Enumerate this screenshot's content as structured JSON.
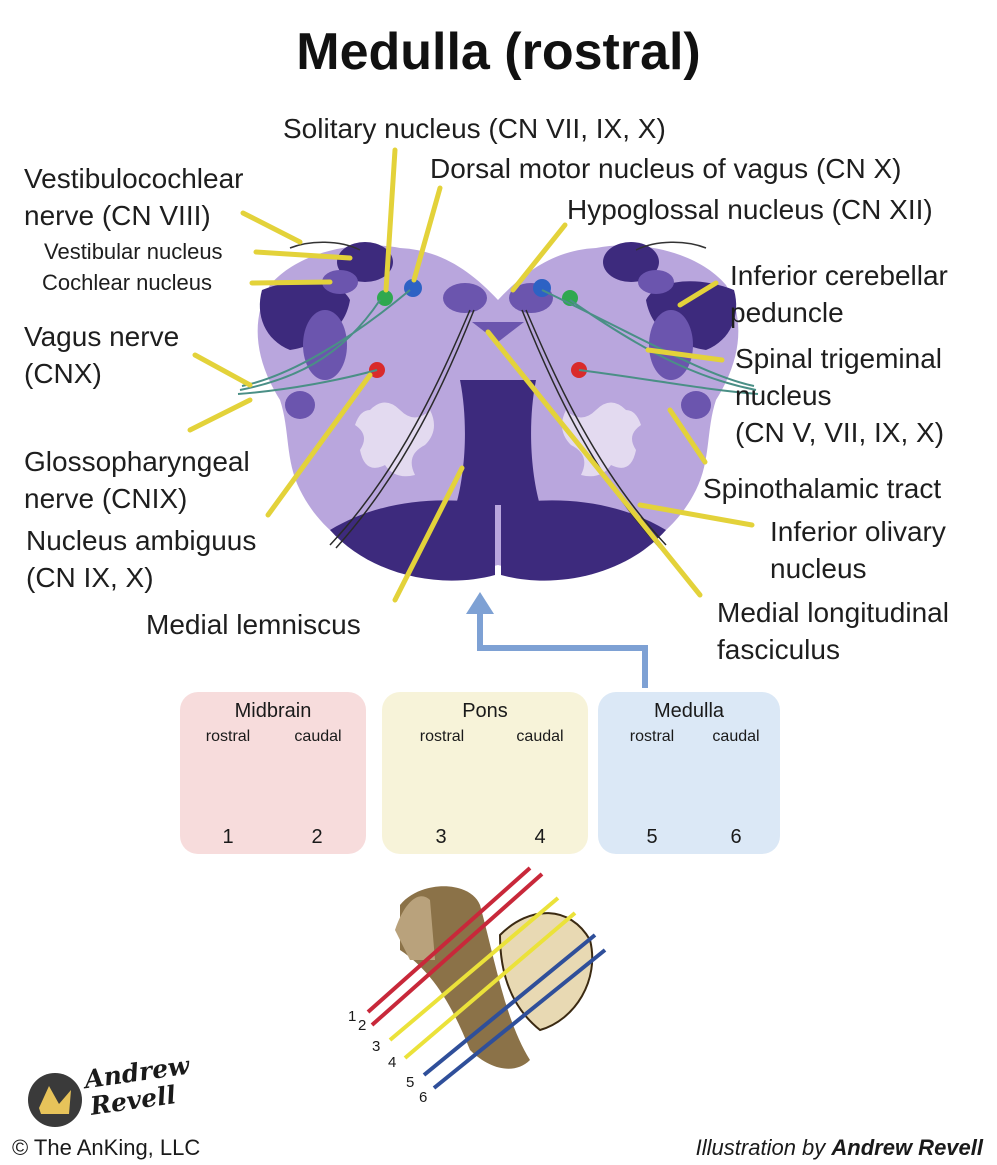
{
  "title": "Medulla (rostral)",
  "labels": {
    "solitary": "Solitary nucleus (CN VII, IX, X)",
    "dorsal_motor": "Dorsal motor nucleus of vagus (CN X)",
    "hypoglossal": "Hypoglossal nucleus (CN XII)",
    "vestibulocochlear": "Vestibulocochlear\nnerve (CN VIII)",
    "vestibular_nucleus": "Vestibular nucleus",
    "cochlear_nucleus": "Cochlear nucleus",
    "vagus_nerve": "Vagus nerve\n(CNX)",
    "glossopharyngeal": "Glossopharyngeal\nnerve (CNIX)",
    "nucleus_ambiguus": "Nucleus ambiguus\n(CN IX, X)",
    "medial_lemniscus": "Medial lemniscus",
    "inferior_cerebellar": "Inferior cerebellar\npeduncle",
    "spinal_trigeminal": "Spinal trigeminal\nnucleus\n(CN V, VII, IX, X)",
    "spinothalamic": "Spinothalamic tract",
    "inferior_olivary": "Inferior olivary\nnucleus",
    "mlf": "Medial longitudinal\nfasciculus"
  },
  "panels": [
    {
      "title": "Midbrain",
      "sub_left": "rostral",
      "sub_right": "caudal",
      "num_left": "1",
      "num_right": "2",
      "color": "#f7dcdc"
    },
    {
      "title": "Pons",
      "sub_left": "rostral",
      "sub_right": "caudal",
      "num_left": "3",
      "num_right": "4",
      "color": "#f7f3d9"
    },
    {
      "title": "Medulla",
      "sub_left": "rostral",
      "sub_right": "caudal",
      "num_left": "5",
      "num_right": "6",
      "color": "#dbe8f6"
    }
  ],
  "section_numbers": [
    "1",
    "2",
    "3",
    "4",
    "5",
    "6"
  ],
  "signature": {
    "line1": "Andrew",
    "line2": "Revell"
  },
  "copyright": "© The AnKing, LLC",
  "credit_prefix": "Illustration by ",
  "credit_name": "Andrew Revell",
  "colors": {
    "leader": "#e3d23a",
    "section_fill": "#b9a6dd",
    "dark_purple": "#3d2a7d",
    "mid_purple": "#6b55ae",
    "arrow": "#7ea1d4",
    "red_line": "#c8283a",
    "yellow_line": "#ebe23a",
    "blue_line": "#2f4f9a"
  }
}
